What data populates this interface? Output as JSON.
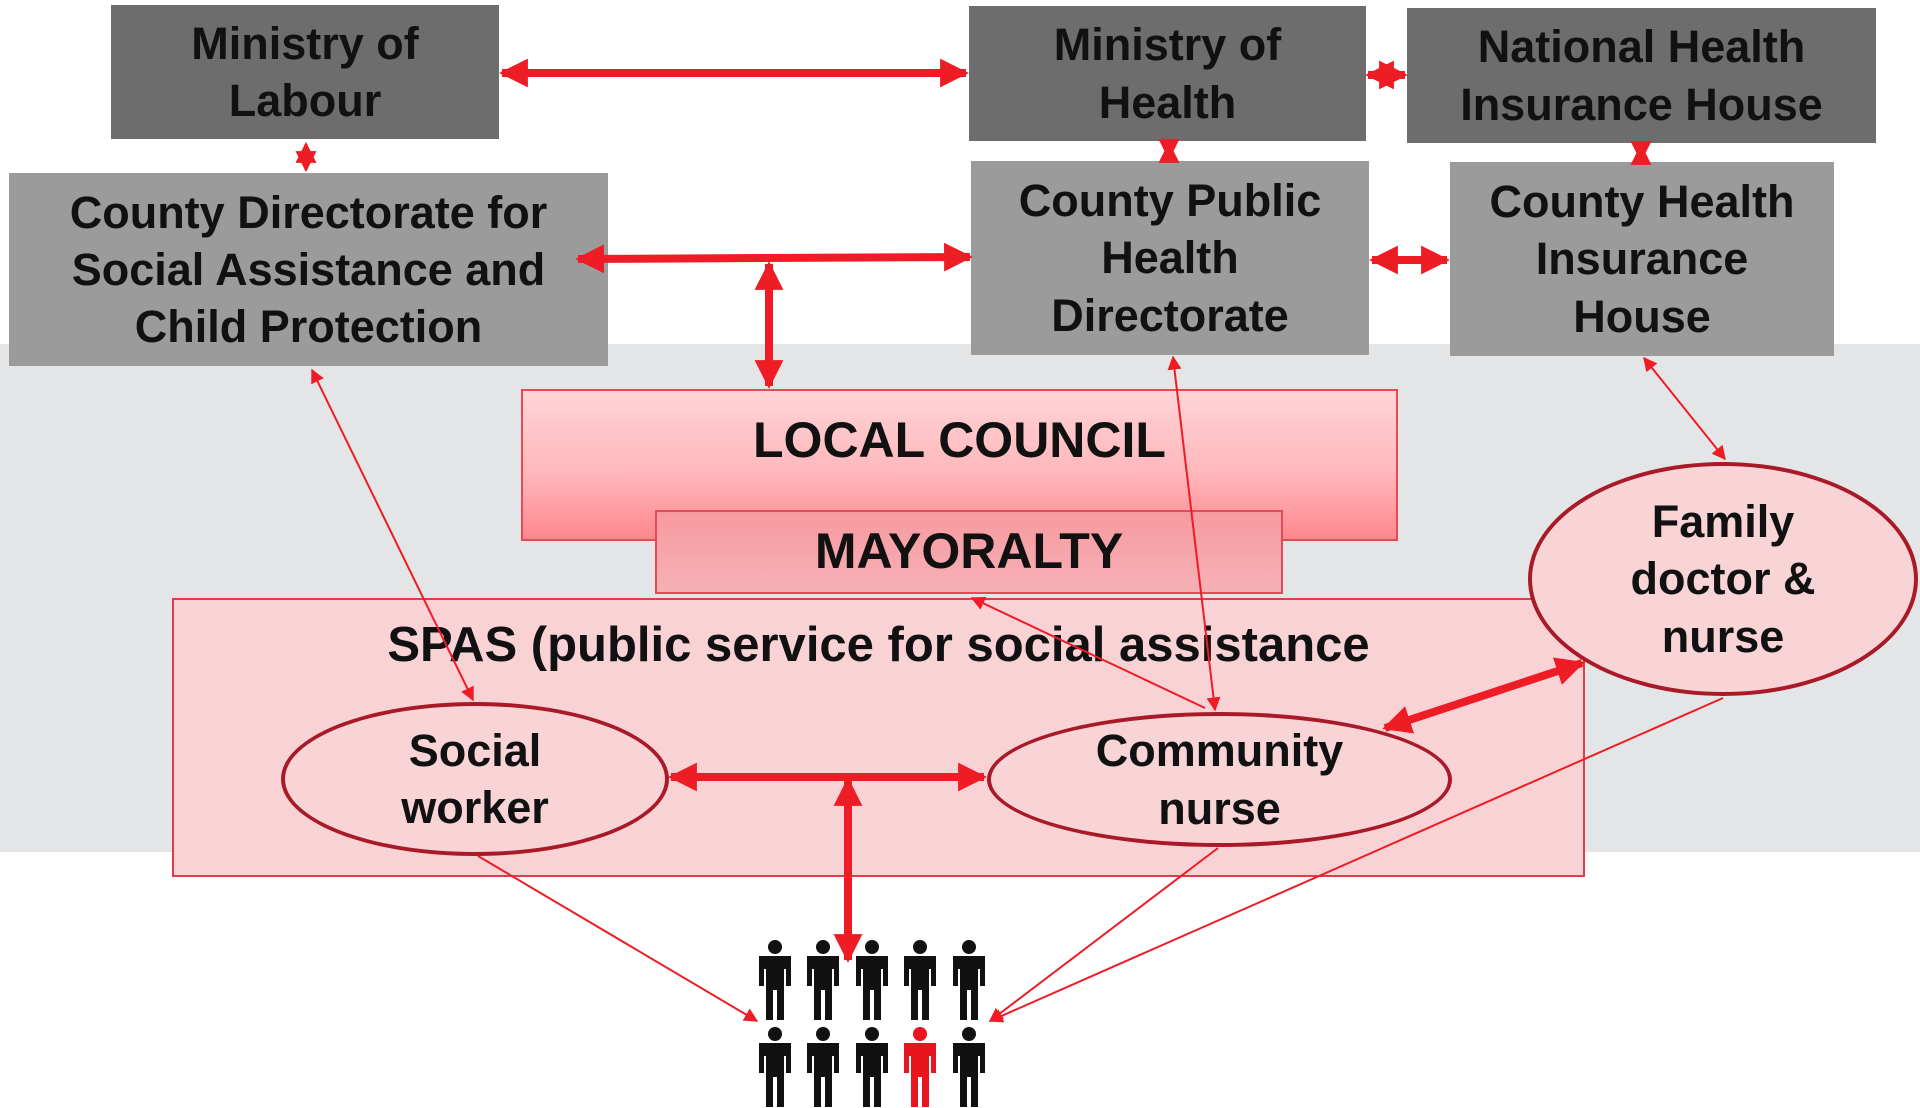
{
  "nodes": {
    "ministry_labour": "Ministry of\nLabour",
    "ministry_health": "Ministry of\nHealth",
    "national_health_insurance": "National Health\nInsurance House",
    "county_social": "County Directorate for\nSocial Assistance and\nChild Protection",
    "county_public_health": "County Public\nHealth\nDirectorate",
    "county_health_insurance": "County Health\nInsurance\nHouse",
    "local_council": "LOCAL COUNCIL",
    "mayoralty": "MAYORALTY",
    "spas": "SPAS (public service for social assistance",
    "social_worker": "Social\nworker",
    "community_nurse": "Community\nnurse",
    "family_doctor": "Family\ndoctor &\nnurse"
  },
  "people_icons": {
    "count": 10,
    "highlighted_index": 8
  },
  "colors": {
    "arrow": "#ee1c25",
    "dark_grey": "#6d6d6d",
    "mid_grey": "#9b9b9b",
    "band": "#e4e5e7",
    "ellipse_border": "#a81a27",
    "person": "#111111",
    "person_highlight": "#e8141e"
  }
}
